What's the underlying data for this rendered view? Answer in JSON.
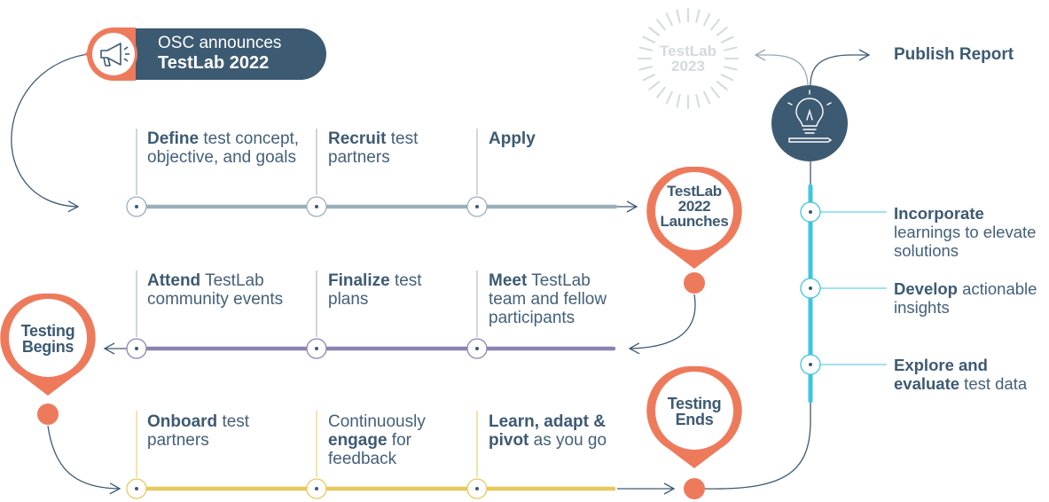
{
  "banner": {
    "line1": "OSC announces",
    "line2": "TestLab 2022"
  },
  "pins": {
    "launch": [
      "TestLab",
      "2022",
      "Launches"
    ],
    "begins": [
      "Testing",
      "Begins"
    ],
    "ends": [
      "Testing",
      "Ends"
    ]
  },
  "stamp": [
    "TestLab",
    "2023"
  ],
  "publish": "Publish Report",
  "row1": [
    {
      "bold": "Define",
      "rest1": " test concept,",
      "line2": "objective, and goals"
    },
    {
      "bold": "Recruit",
      "rest1": " test",
      "line2": "partners"
    },
    {
      "bold": "Apply",
      "rest1": "",
      "line2": ""
    }
  ],
  "row2": [
    {
      "bold": "Attend",
      "rest1": " TestLab",
      "line2": "community events",
      "line3": ""
    },
    {
      "bold": "Finalize",
      "rest1": " test",
      "line2": "plans",
      "line3": ""
    },
    {
      "bold": "Meet",
      "rest1": " TestLab",
      "line2": "team and fellow",
      "line3": "participants"
    }
  ],
  "row3": {
    "a": {
      "bold": "Onboard",
      "rest1": " test",
      "line2": "partners"
    },
    "b": {
      "line1": "Continuously",
      "bold": "engage",
      "rest2": " for",
      "line3": "feedback"
    },
    "c": {
      "bold1": "Learn, adapt &",
      "bold2": "pivot",
      "rest2": " as you go"
    }
  },
  "side": [
    {
      "bold": "Incorporate",
      "line2": "learnings to elevate",
      "line3": "solutions"
    },
    {
      "bold": "Develop",
      "rest1": " actionable",
      "line2": "insights"
    },
    {
      "bold1": "Explore and",
      "bold2": "evaluate",
      "rest2": " test data"
    }
  ],
  "colors": {
    "navy": "#3d5a73",
    "coral": "#ee7a5c",
    "row1": "#9aafbb",
    "row2": "#8b83b3",
    "row3": "#e8c85a",
    "cyan": "#3fc5df",
    "stamp": "#d4dadf"
  },
  "icons": [
    "megaphone-icon",
    "lightbulb-icon"
  ]
}
